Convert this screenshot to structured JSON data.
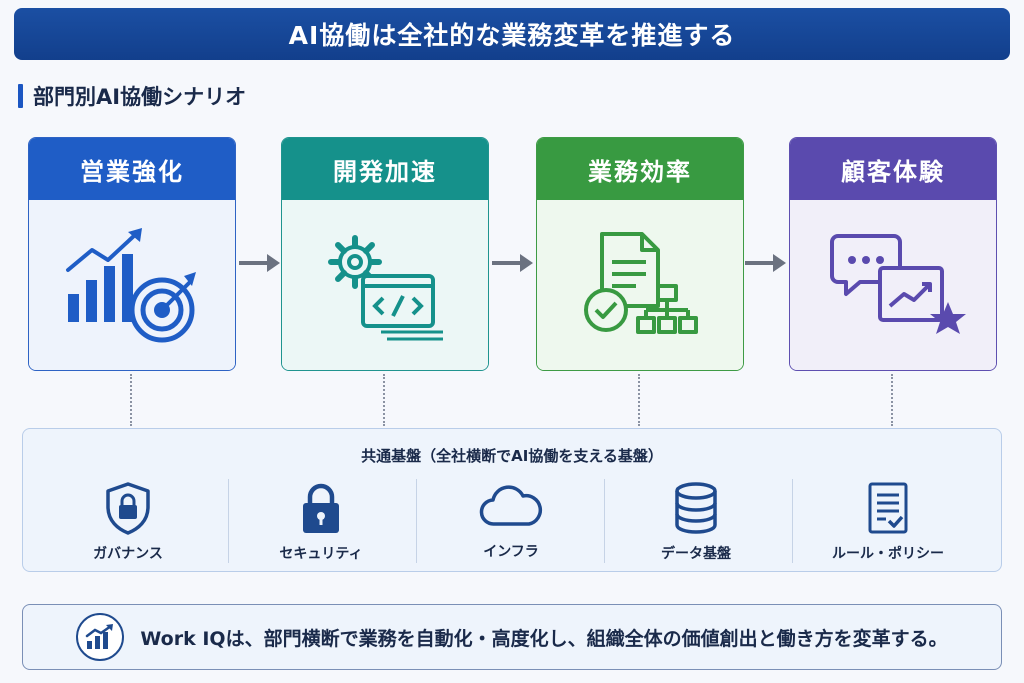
{
  "title": "AI協働は全社的な業務変革を推進する",
  "section": {
    "heading": "部門別AI協働シナリオ"
  },
  "departments": [
    {
      "name": "営業強化",
      "icon": "chart-target-icon"
    },
    {
      "name": "開発加速",
      "icon": "gear-code-icon"
    },
    {
      "name": "業務効率",
      "icon": "document-flow-icon"
    },
    {
      "name": "顧客体験",
      "icon": "chat-star-icon"
    }
  ],
  "platform": {
    "title": "共通基盤（全社横断でAI協働を支える基盤）",
    "items": [
      {
        "label": "ガバナンス",
        "icon": "shield-lock-icon"
      },
      {
        "label": "セキュリティ",
        "icon": "padlock-icon"
      },
      {
        "label": "インフラ",
        "icon": "cloud-icon"
      },
      {
        "label": "データ基盤",
        "icon": "database-icon"
      },
      {
        "label": "ルール・ポリシー",
        "icon": "checklist-icon"
      }
    ]
  },
  "footer": {
    "text": "Work IQは、部門横断で業務を自動化・高度化し、組織全体の価値創出と働き方を変革する。",
    "icon": "growth-chart-icon"
  },
  "colors": {
    "title_bg": "#123f8c",
    "sales": "#1f5dc6",
    "dev": "#15918b",
    "ops": "#389a41",
    "cx": "#5a4aae"
  }
}
